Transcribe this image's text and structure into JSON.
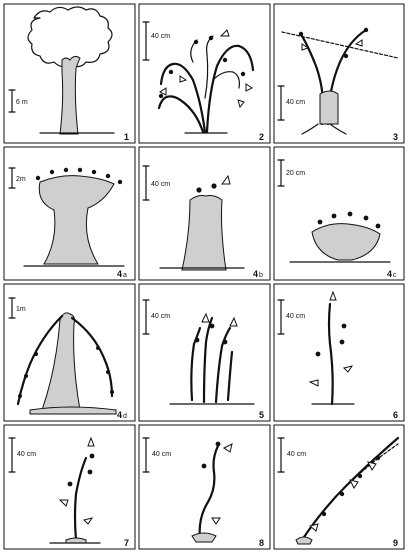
{
  "panels": [
    {
      "id": "1",
      "scale": "6 m"
    },
    {
      "id": "2",
      "scale": "40 cm"
    },
    {
      "id": "3",
      "scale": "40 cm"
    },
    {
      "id": "4a",
      "num": "4",
      "sub": "a",
      "scale": "2m"
    },
    {
      "id": "4b",
      "num": "4",
      "sub": "b",
      "scale": "40 cm"
    },
    {
      "id": "4c",
      "num": "4",
      "sub": "c",
      "scale": "20 cm"
    },
    {
      "id": "4d",
      "num": "4",
      "sub": "d",
      "scale": "1m"
    },
    {
      "id": "5",
      "scale": "40 cm"
    },
    {
      "id": "6",
      "scale": "40 cm"
    },
    {
      "id": "7",
      "scale": "40 cm"
    },
    {
      "id": "8",
      "scale": "40 cm"
    },
    {
      "id": "9",
      "scale": "40 cm"
    }
  ]
}
